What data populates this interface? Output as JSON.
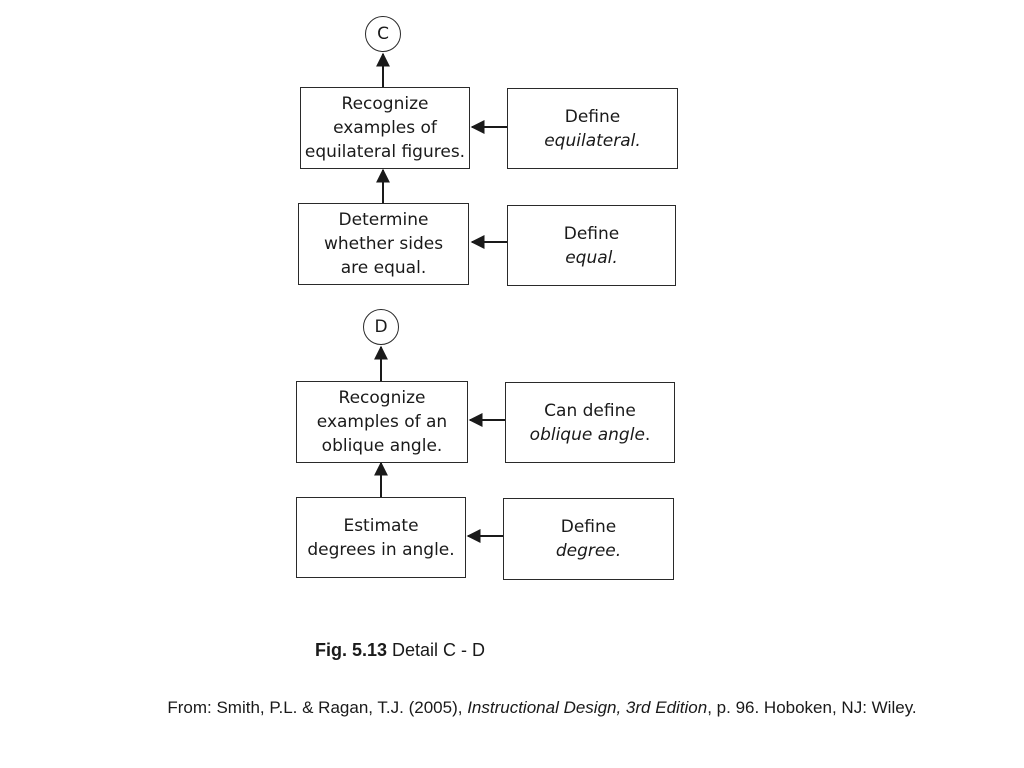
{
  "nodes": {
    "c": "C",
    "d": "D"
  },
  "boxes": {
    "recognize_equilateral": [
      "Recognize",
      "examples of",
      "equilateral figures."
    ],
    "define_equilateral": {
      "line1": "Define",
      "term": "equilateral."
    },
    "determine_sides": [
      "Determine",
      "whether sides",
      "are equal."
    ],
    "define_equal": {
      "line1": "Define",
      "term": "equal."
    },
    "recognize_oblique": [
      "Recognize",
      "examples of an",
      "oblique angle."
    ],
    "define_oblique": {
      "line1": "Can define",
      "term": "oblique angle",
      "suffix": "."
    },
    "estimate_degrees": [
      "Estimate",
      "degrees in angle."
    ],
    "define_degree": {
      "line1": "Define",
      "term": "degree."
    }
  },
  "caption": {
    "label": "Fig. 5.13",
    "text": " Detail C - D"
  },
  "source": {
    "prefix": "From: Smith, P.L. & Ragan, T.J. (2005), ",
    "title": "Instructional Design, 3rd Edition",
    "suffix": ", p. 96. Hoboken, NJ: Wiley."
  }
}
